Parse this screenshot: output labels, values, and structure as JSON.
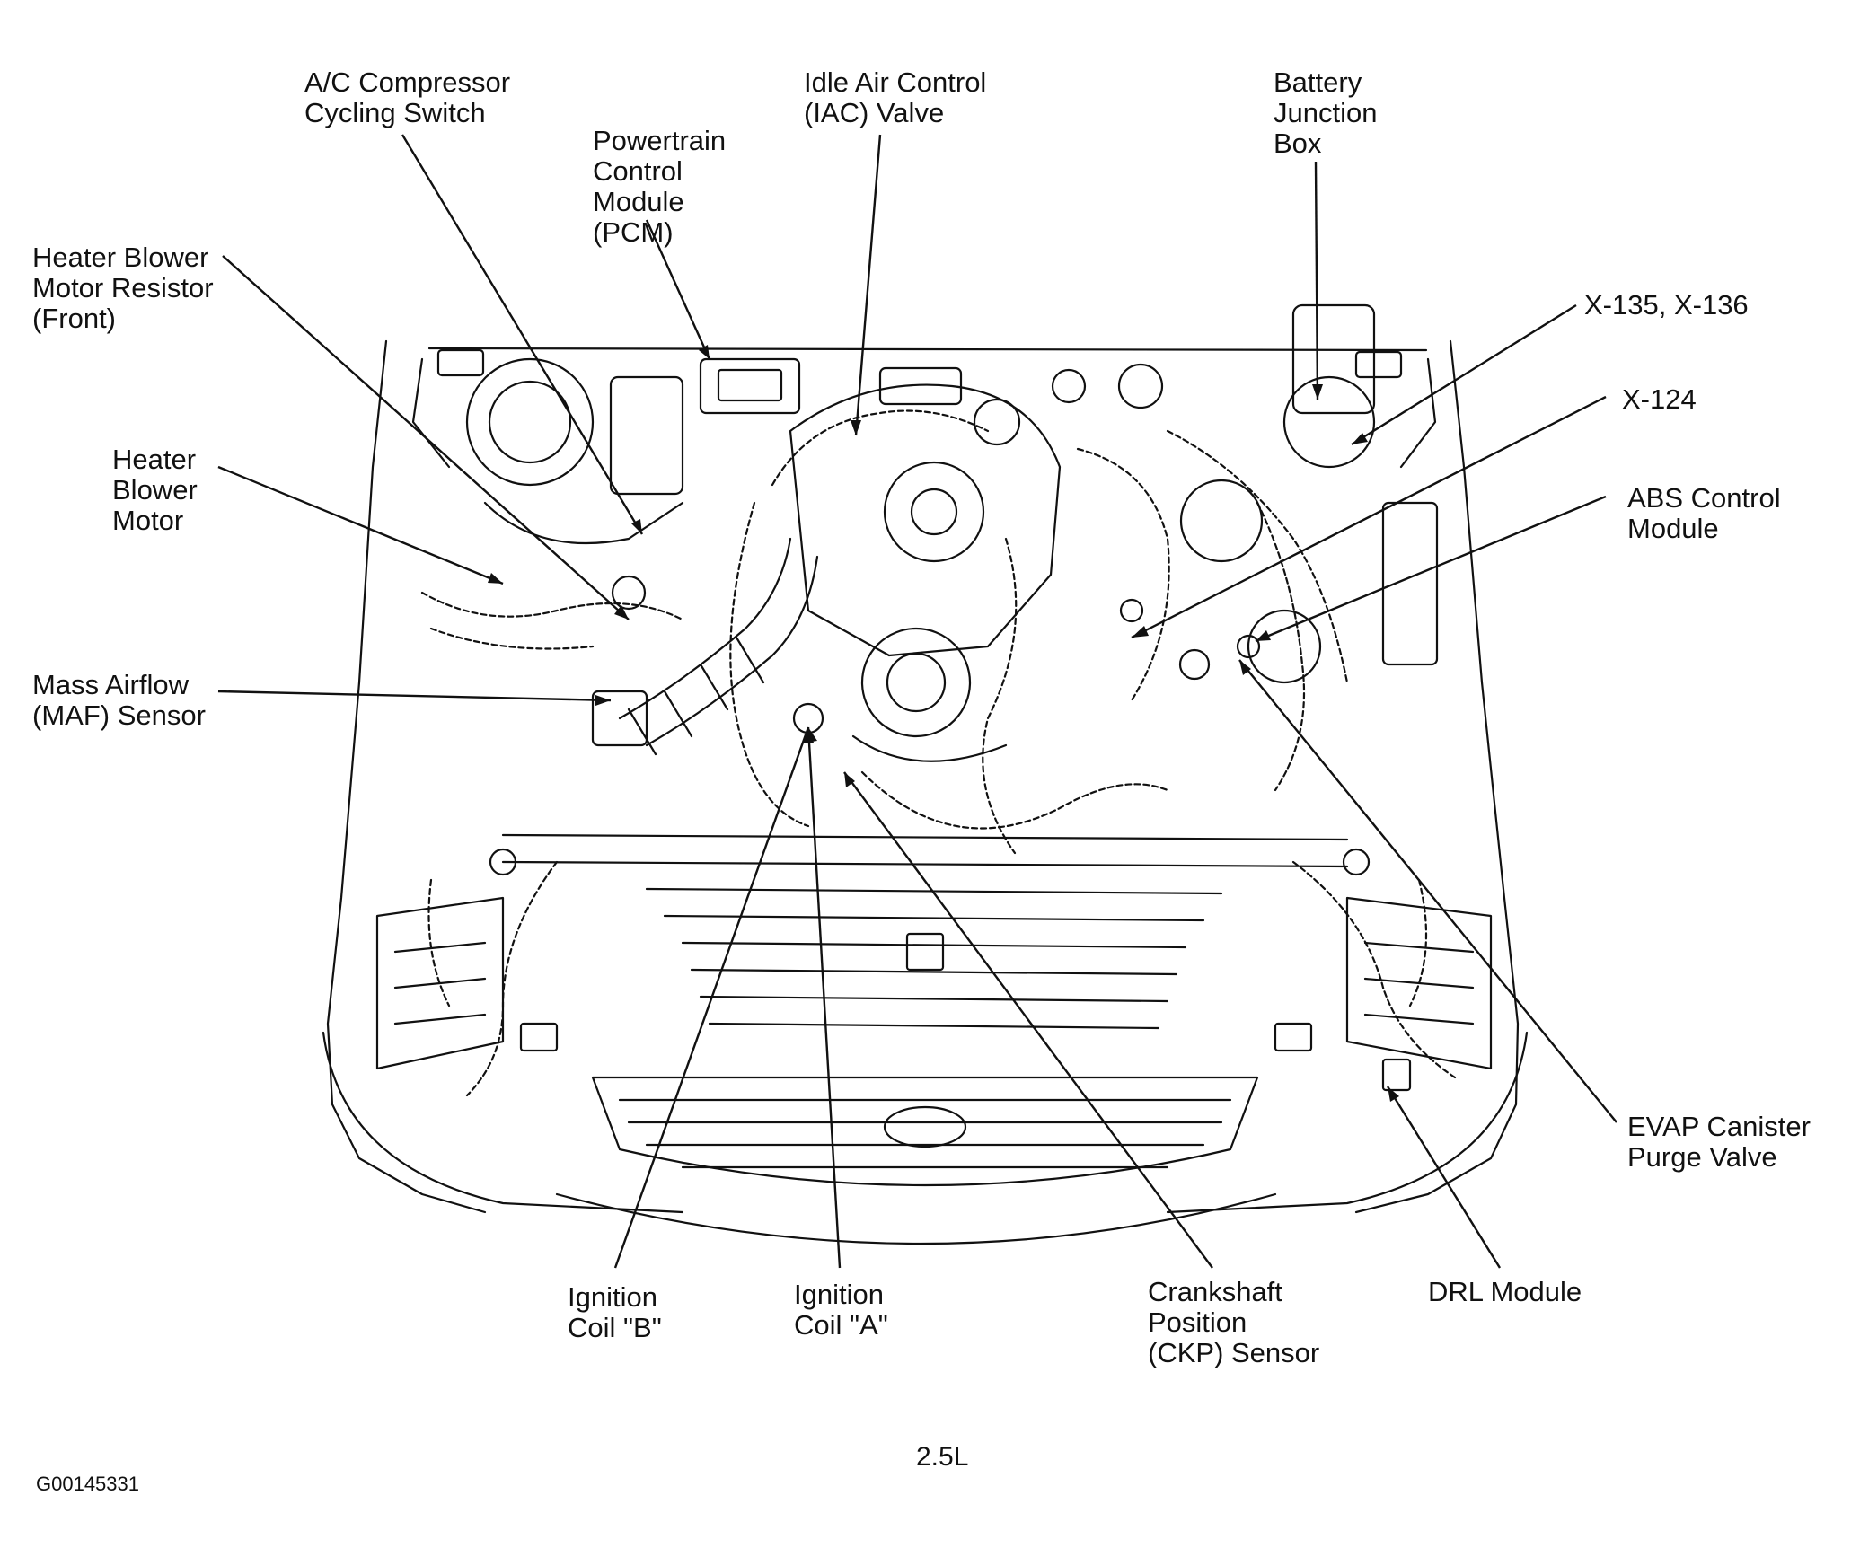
{
  "diagram": {
    "footer_code": "G00145331",
    "engine_size": "2.5L",
    "callouts": {
      "heater_blower_motor_resistor": [
        "Heater Blower",
        "Motor Resistor",
        "(Front)"
      ],
      "ac_compressor_cycling_switch": [
        "A/C Compressor",
        "Cycling Switch"
      ],
      "powertrain_control_module": [
        "Powertrain",
        "Control",
        "Module",
        "(PCM)"
      ],
      "idle_air_control_valve": [
        "Idle Air Control",
        "(IAC) Valve"
      ],
      "battery_junction_box": [
        "Battery",
        "Junction",
        "Box"
      ],
      "x135_x136": [
        "X-135, X-136"
      ],
      "x124": [
        "X-124"
      ],
      "abs_control_module": [
        "ABS Control",
        "Module"
      ],
      "heater_blower_motor": [
        "Heater",
        "Blower",
        "Motor"
      ],
      "mass_airflow_sensor": [
        "Mass Airflow",
        "(MAF) Sensor"
      ],
      "evap_canister_purge_valve": [
        "EVAP Canister",
        "Purge Valve"
      ],
      "ignition_coil_b": [
        "Ignition",
        "Coil \"B\""
      ],
      "ignition_coil_a": [
        "Ignition",
        "Coil \"A\""
      ],
      "crankshaft_position_sensor": [
        "Crankshaft",
        "Position",
        "(CKP) Sensor"
      ],
      "drl_module": [
        "DRL Module"
      ]
    }
  }
}
